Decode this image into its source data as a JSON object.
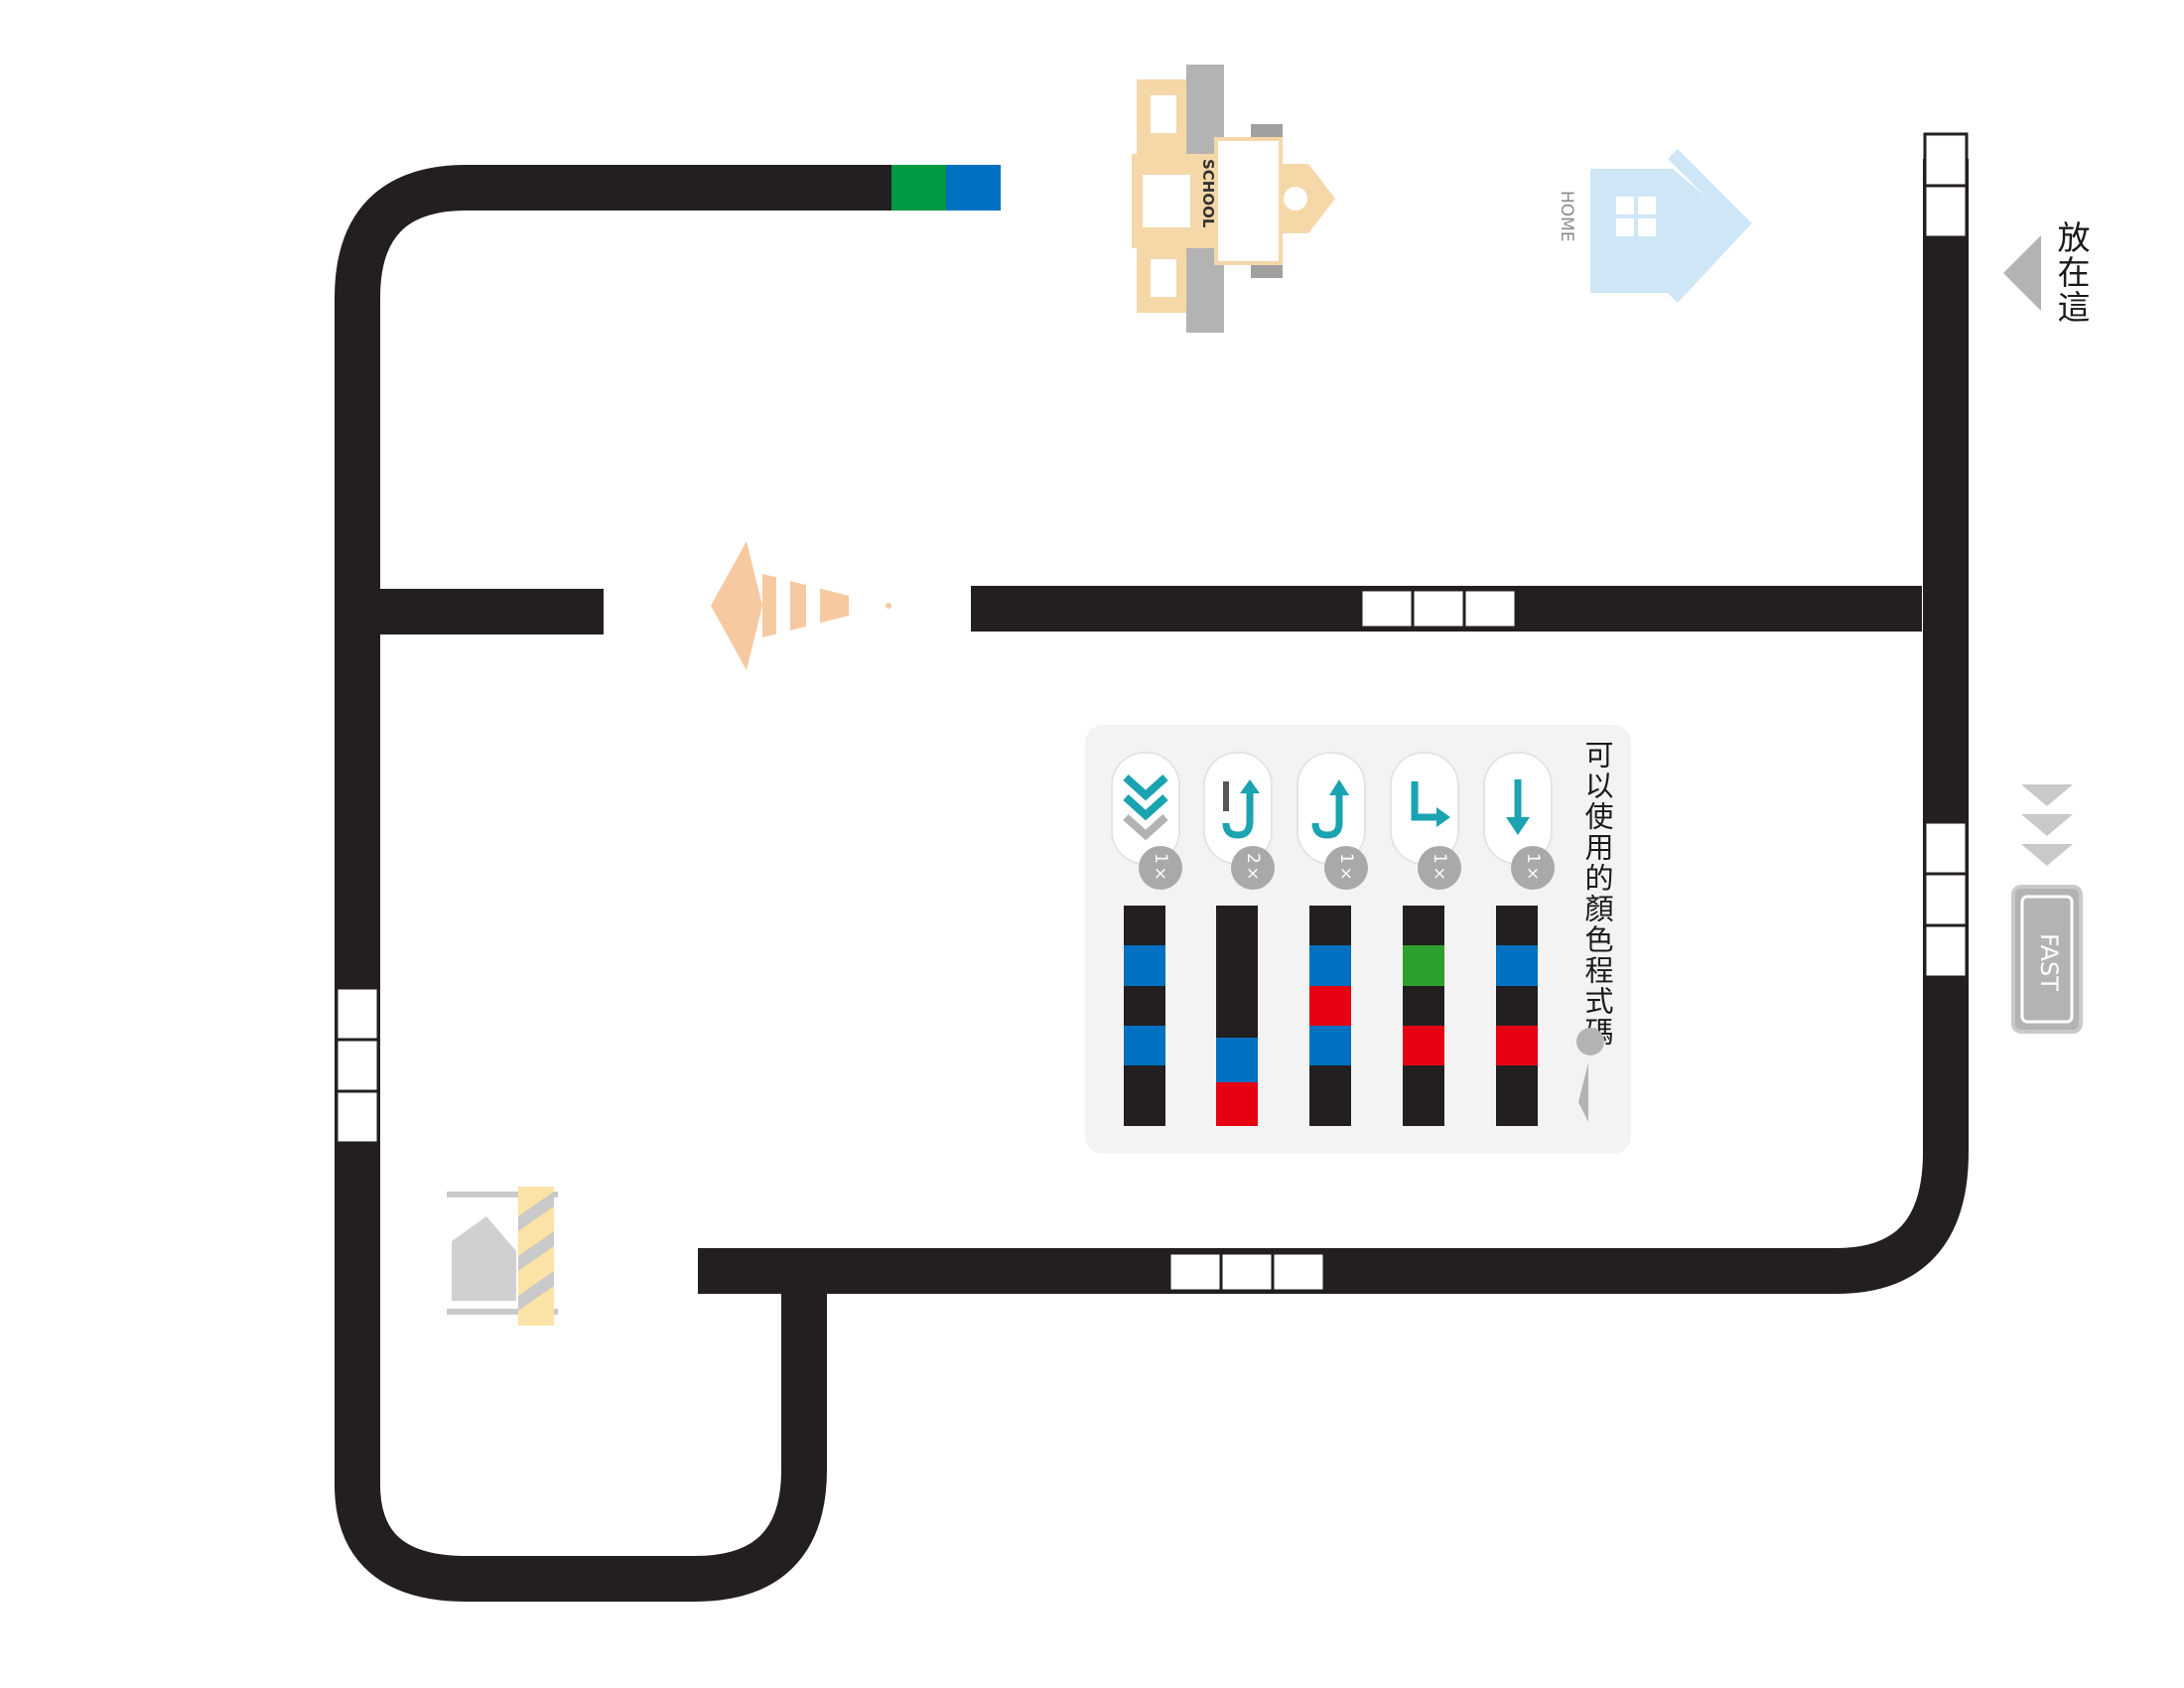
{
  "legend": {
    "title": "可以使用的顏色程式碼",
    "commands": [
      {
        "icon": "speed-chevrons-icon",
        "count": "1×",
        "code": [
          "#231f20",
          "#0070c0",
          "#231f20",
          "#0070c0",
          "#231f20"
        ]
      },
      {
        "icon": "u-turn-icon",
        "count": "2×",
        "code": [
          "#231f20",
          "#0070c0",
          "#e60012"
        ]
      },
      {
        "icon": "turn-arrow-icon",
        "count": "1×",
        "code": [
          "#231f20",
          "#0070c0",
          "#e60012",
          "#0070c0",
          "#231f20"
        ]
      },
      {
        "icon": "right-turn-icon",
        "count": "1×",
        "code": [
          "#231f20",
          "#2ca02c",
          "#231f20",
          "#e60012",
          "#231f20"
        ]
      },
      {
        "icon": "straight-arrow-icon",
        "count": "1×",
        "code": [
          "#231f20",
          "#0070c0",
          "#231f20",
          "#e60012",
          "#231f20"
        ]
      }
    ]
  },
  "labels": {
    "place_here": "放在這",
    "home": "HOME",
    "school": "SCHOOL",
    "fast": "FAST"
  },
  "colors": {
    "track": "#231f20",
    "blue": "#0070c0",
    "green": "#009944",
    "red": "#e60012",
    "teal_icon": "#1aa3b0",
    "home_icon": "#cfe6f7",
    "cone": "#f7c9a0",
    "badge": "#a9a9a9"
  }
}
